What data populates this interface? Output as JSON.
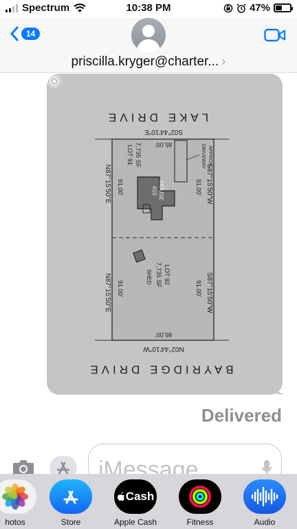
{
  "status": {
    "carrier": "Spectrum",
    "time": "10:38 PM",
    "battery": "47%",
    "battery_level": 0.47
  },
  "header": {
    "back_count": "14",
    "contact": "priscilla.kryger@charter...",
    "chevron": "›"
  },
  "plat": {
    "top_street": "LAKE DRIVE",
    "bottom_street": "BAYRIDGE DRIVE",
    "top_bearing": "S02°44'10\"E",
    "top_width": "85.00'",
    "bottom_bearing": "N02°44'10\"W",
    "bottom_width": "85.00'",
    "left_bearing_upper": "N87°15'50\"E",
    "left_bearing_lower": "N87°15'50\"E",
    "right_bearing_upper": "S87°15'50\"W",
    "right_bearing_lower": "S87°15'50\"W",
    "lot91": "LOT 91",
    "lot91_area": "7,735 SF",
    "lot92": "LOT 92",
    "lot92_area": "7,735 SF",
    "dim_91_left": "91.00'",
    "dim_91_right": "91.00'",
    "dim_92_left": "91.00'",
    "dim_92_right": "91.00'",
    "house": "HOUSE",
    "house_no": "#10",
    "shed": "SHED",
    "driveway_1": "APPROX.",
    "driveway_2": "DRIVEWAY"
  },
  "message": {
    "status": "Delivered"
  },
  "composer": {
    "placeholder": "iMessage"
  },
  "apps": [
    {
      "label": "hotos",
      "icon": "photos-icon"
    },
    {
      "label": "Store",
      "icon": "app-store-icon"
    },
    {
      "label": "Apple Cash",
      "icon": "apple-cash-icon",
      "icon_text": "Cash"
    },
    {
      "label": "Fitness",
      "icon": "fitness-icon"
    },
    {
      "label": "Audio",
      "icon": "audio-icon"
    }
  ],
  "colors": {
    "accent": "#0a7aff",
    "delivered": "#8e8e93",
    "photo_bg": "#c5c5c3"
  }
}
